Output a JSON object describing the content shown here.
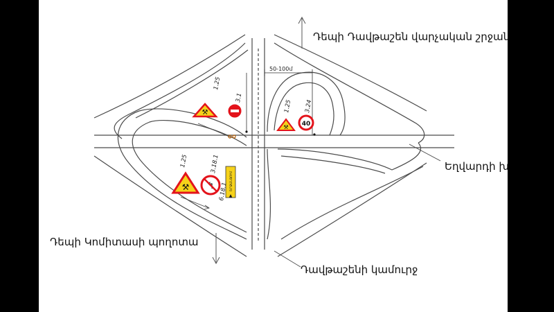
{
  "labels": {
    "top": "Դեպի Դավթաշեն վարչական շրջան",
    "right": "Եղվարդի խճուղի",
    "left": "Դեպի Կոմիտասի պողոտա",
    "bottom": "Դավթաշենի կամուրջ"
  },
  "dimension": "50-100մ",
  "sign_numbers": {
    "work_upper_left": "1.25",
    "no_entry": "3.1",
    "work_upper_right": "1.25",
    "speed_limit": "3.24",
    "work_lower": "1.25",
    "no_left_turn": "3.18.1",
    "detour": "6.18.1"
  },
  "speed_value": "40",
  "detour_text": "ՇՐՋԱՆՑՈՒՄ",
  "colors": {
    "sign_red": "#e3131b",
    "sign_yellow": "#f6d21a",
    "road_line": "#4a4a4a",
    "ink": "#111111"
  }
}
